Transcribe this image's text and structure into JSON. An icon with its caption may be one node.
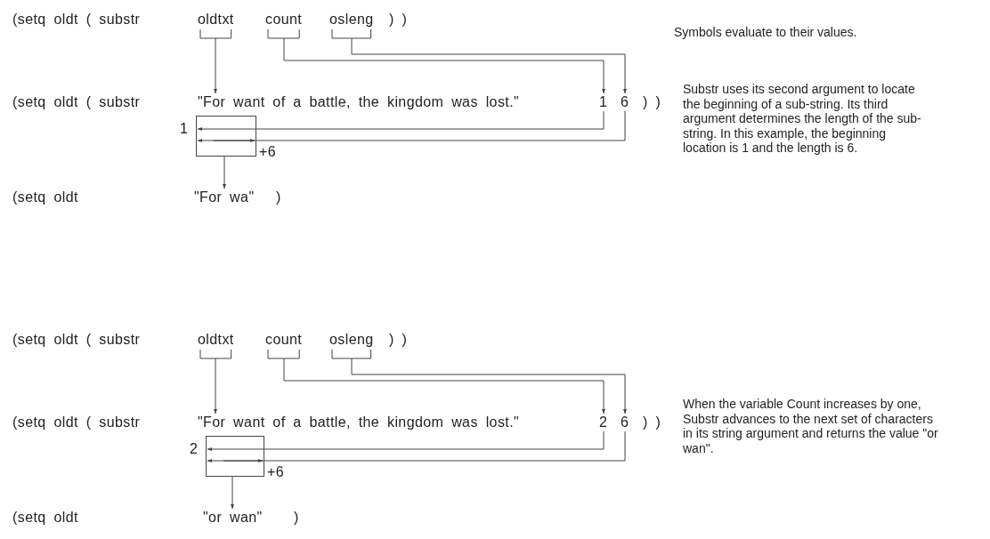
{
  "diagram": {
    "nodes": [
      {
        "text": [
          "oldtxt"
        ]
      },
      {
        "text": [
          "count"
        ]
      },
      {
        "text": [
          "osleng"
        ]
      },
      {
        "text": [
          "\"For want of a battle, the kingdom was lost.\""
        ]
      },
      {
        "text": [
          "1"
        ]
      },
      {
        "text": [
          "6"
        ]
      },
      {
        "text": [],
        "shape": "box",
        "beside": [
          "1",
          "+6"
        ]
      },
      {
        "text": [
          "\"For wa\""
        ]
      },
      {
        "text": [
          "oldtxt"
        ]
      },
      {
        "text": [
          "count"
        ]
      },
      {
        "text": [
          "osleng"
        ]
      },
      {
        "text": [
          "\"For want of a battle, the kingdom was lost.\""
        ]
      },
      {
        "text": [
          "2"
        ]
      },
      {
        "text": [
          "6"
        ]
      },
      {
        "text": [],
        "shape": "box",
        "beside": [
          "2",
          "+6"
        ]
      },
      {
        "text": [
          "\"or wan\""
        ]
      }
    ],
    "edges": [
      {
        "from": 0,
        "to": 3,
        "arrow": "to"
      },
      {
        "from": 1,
        "to": 4,
        "arrow": "to"
      },
      {
        "from": 2,
        "to": 5,
        "arrow": "to"
      },
      {
        "from": 4,
        "to": 6,
        "arrow": "to"
      },
      {
        "from": 5,
        "to": 6,
        "arrow": "to"
      },
      {
        "from": 6,
        "to": 7,
        "arrow": "to"
      },
      {
        "from": 8,
        "to": 11,
        "arrow": "to"
      },
      {
        "from": 9,
        "to": 12,
        "arrow": "to"
      },
      {
        "from": 10,
        "to": 13,
        "arrow": "to"
      },
      {
        "from": 12,
        "to": 14,
        "arrow": "to"
      },
      {
        "from": 13,
        "to": 14,
        "arrow": "to"
      },
      {
        "from": 14,
        "to": 15,
        "arrow": "to"
      }
    ],
    "labels": [
      "(setq oldt ( substr",
      ") )",
      "Symbols evaluate to their values.",
      "(setq oldt ( substr",
      ") )",
      "Substr uses its second argument to locate the beginning of a sub-string. Its third argument determines the length of the sub-string. In this example, the beginning location is 1 and the length is 6.",
      "(setq oldt",
      ")",
      "(setq oldt ( substr",
      ") )",
      "(setq oldt ( substr",
      ") )",
      "When the variable Count increases by one, Substr advances to the next set of characters in its string argument and returns the value \"or wan\".",
      "(setq oldt",
      ")"
    ]
  }
}
